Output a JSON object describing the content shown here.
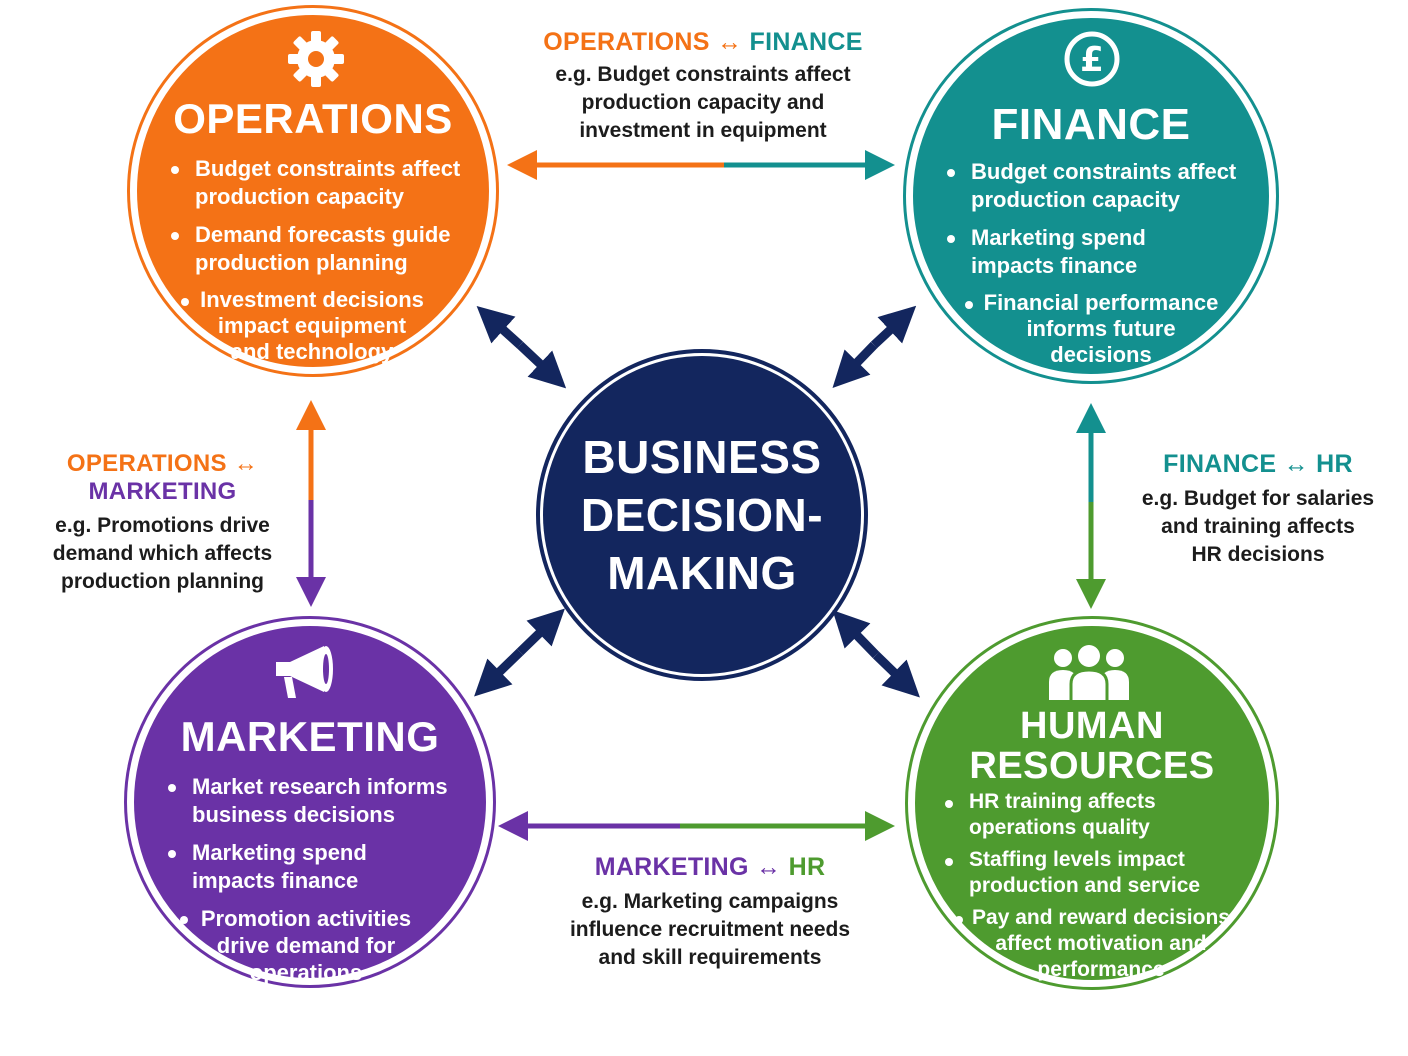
{
  "center": {
    "lines": [
      "BUSINESS",
      "DECISION-",
      "MAKING"
    ]
  },
  "colors": {
    "operations": "#f47216",
    "finance": "#13908f",
    "marketing": "#6a32a6",
    "hr": "#4e9b2f",
    "center": "#13265e"
  },
  "operations": {
    "title": "OPERATIONS",
    "icon": "gear-icon",
    "bullets": [
      [
        "Budget constraints affect",
        "production capacity"
      ],
      [
        "Demand forecasts guide",
        "production planning"
      ],
      [
        "Investment decisions",
        "impact equipment",
        "and technology"
      ]
    ]
  },
  "finance": {
    "title": "FINANCE",
    "icon": "pound-icon",
    "bullets": [
      [
        "Budget constraints affect",
        "production capacity"
      ],
      [
        "Marketing spend",
        "impacts finance"
      ],
      [
        "Financial performance",
        "informs future",
        "decisions"
      ]
    ]
  },
  "marketing": {
    "title": "MARKETING",
    "icon": "megaphone-icon",
    "bullets": [
      [
        "Market research informs",
        "business decisions"
      ],
      [
        "Marketing spend",
        "impacts finance"
      ],
      [
        "Promotion activities",
        "drive demand for",
        "operations"
      ]
    ]
  },
  "hr": {
    "title_lines": [
      "HUMAN",
      "RESOURCES"
    ],
    "icon": "people-icon",
    "bullets": [
      [
        "HR training affects",
        "operations quality"
      ],
      [
        "Staffing levels impact",
        "production and service"
      ],
      [
        "Pay and reward decisions",
        "affect motivation and",
        "performance"
      ]
    ]
  },
  "links": {
    "ops_fin": {
      "left": "OPERATIONS",
      "sym": "↔",
      "right": "FINANCE",
      "lines": [
        "e.g. Budget constraints affect",
        "production capacity and",
        "investment in equipment"
      ]
    },
    "ops_mkt": {
      "left": "OPERATIONS",
      "sym": "↔",
      "right": "MARKETING",
      "lines": [
        "e.g. Promotions drive",
        "demand which affects",
        "production planning"
      ]
    },
    "fin_hr": {
      "left": "FINANCE",
      "sym": "↔",
      "right": "HR",
      "lines": [
        "e.g. Budget for salaries",
        "and training affects",
        "HR decisions"
      ]
    },
    "mkt_hr": {
      "left": "MARKETING",
      "sym": "↔",
      "right": "HR",
      "lines": [
        "e.g. Marketing campaigns",
        "influence recruitment needs",
        "and skill requirements"
      ]
    }
  }
}
